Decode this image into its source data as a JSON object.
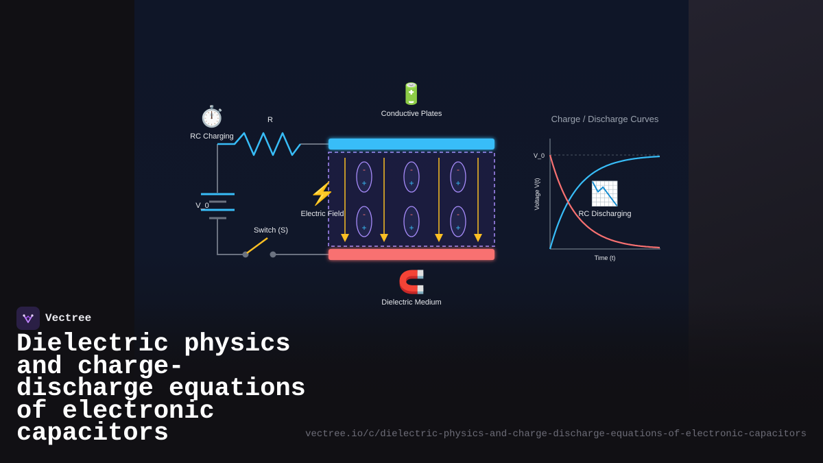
{
  "diagram": {
    "rc_charging_icon": "⏱️",
    "rc_charging_label": "RC Charging",
    "resistor_label": "R",
    "source_label": "V_0",
    "switch_label": "Switch (S)",
    "field_icon": "⚡",
    "field_label": "Electric Field",
    "plates_icon": "🔋",
    "plates_label": "Conductive Plates",
    "dielectric_icon": "🧲",
    "dielectric_label": "Dielectric Medium",
    "dipole_negative": "-",
    "dipole_positive": "+",
    "colors": {
      "top_plate": "#38bdf8",
      "bottom_plate": "#f87171",
      "field_arrow": "#fbbf24",
      "dielectric_border": "#a78bfa",
      "wire": "#6b7280"
    }
  },
  "graph": {
    "title": "Charge / Discharge Curves",
    "y_label": "Voltage V(t)",
    "x_label": "Time (t)",
    "v0_label": "V_0",
    "discharge_icon": "📉",
    "discharge_label": "RC Discharging",
    "charging_color": "#38bdf8",
    "discharging_color": "#f87171"
  },
  "brand": {
    "name": "Vectree"
  },
  "headline": "Dielectric physics and charge-discharge equations of electronic capacitors",
  "url": "vectree.io/c/dielectric-physics-and-charge-discharge-equations-of-electronic-capacitors"
}
